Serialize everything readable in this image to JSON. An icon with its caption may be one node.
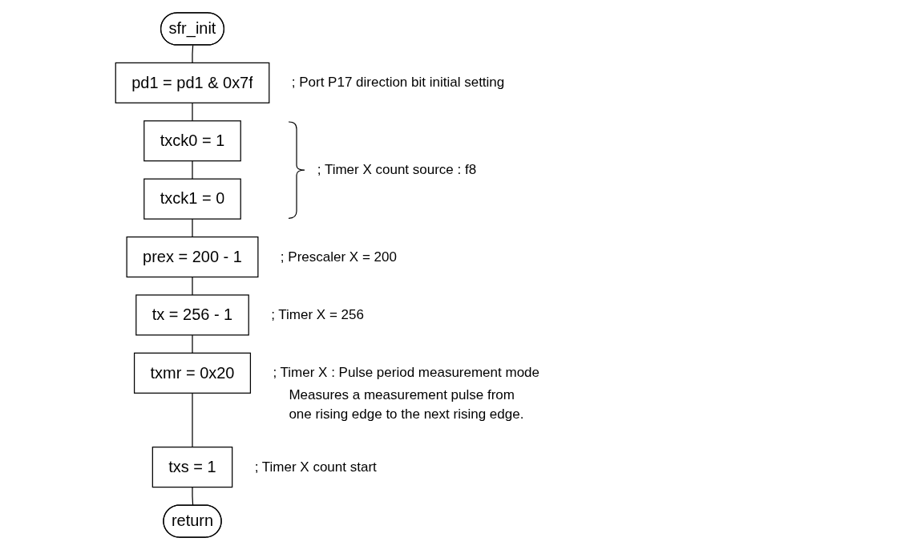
{
  "diagram": {
    "nodes": [
      {
        "text": [
          "sfr_init"
        ]
      },
      {
        "text": [
          "pd1 = pd1 & 0x7f"
        ],
        "beside": [
          "; Port P17 direction bit initial setting"
        ]
      },
      {
        "text": [
          "txck0 = 1"
        ]
      },
      {
        "text": [
          "txck1 = 0"
        ]
      },
      {
        "text": [
          "prex = 200 - 1"
        ],
        "beside": [
          "; Prescaler X = 200"
        ]
      },
      {
        "text": [
          "tx = 256 - 1"
        ],
        "beside": [
          "; Timer X = 256"
        ]
      },
      {
        "text": [
          "txmr = 0x20"
        ],
        "beside": [
          "; Timer X : Pulse period measurement mode",
          "Measures a measurement pulse from one rising edge to the next rising edge."
        ]
      },
      {
        "text": [
          "txs = 1"
        ],
        "beside": [
          "; Timer X count start"
        ]
      },
      {
        "text": [
          "return"
        ]
      }
    ],
    "edges": [
      {
        "from": 0,
        "to": 1,
        "arrow": "none"
      },
      {
        "from": 1,
        "to": 2,
        "arrow": "none"
      },
      {
        "from": 2,
        "to": 3,
        "arrow": "none"
      },
      {
        "from": 3,
        "to": 4,
        "arrow": "none"
      },
      {
        "from": 4,
        "to": 5,
        "arrow": "none"
      },
      {
        "from": 5,
        "to": 6,
        "arrow": "none"
      },
      {
        "from": 6,
        "to": 7,
        "arrow": "none"
      },
      {
        "from": 7,
        "to": 8,
        "arrow": "none"
      }
    ],
    "labels": [
      "; Timer X count source : f8"
    ]
  }
}
